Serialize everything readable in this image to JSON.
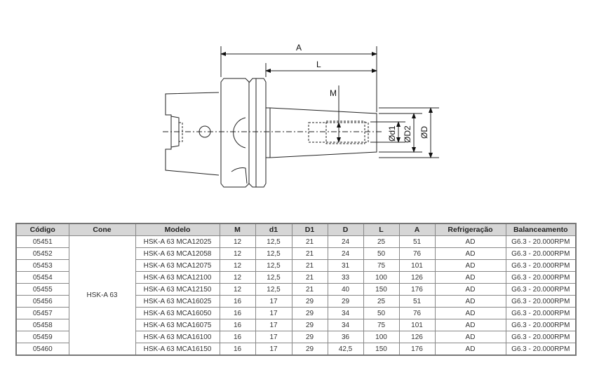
{
  "drawing": {
    "labels": {
      "A": "A",
      "L": "L",
      "M": "M",
      "d1": "Ød1",
      "D2": "ØD2",
      "D": "ØD"
    }
  },
  "table": {
    "headers": [
      "Código",
      "Cone",
      "Modelo",
      "M",
      "d1",
      "D1",
      "D",
      "L",
      "A",
      "Refrigeração",
      "Balanceamento"
    ],
    "cone": "HSK-A 63",
    "rows": [
      {
        "codigo": "05451",
        "modelo": "HSK-A 63 MCA12025",
        "M": "12",
        "d1": "12,5",
        "D1": "21",
        "D": "24",
        "L": "25",
        "A": "51",
        "ref": "AD",
        "bal": "G6.3 - 20.000RPM"
      },
      {
        "codigo": "05452",
        "modelo": "HSK-A 63 MCA12058",
        "M": "12",
        "d1": "12,5",
        "D1": "21",
        "D": "24",
        "L": "50",
        "A": "76",
        "ref": "AD",
        "bal": "G6.3 - 20.000RPM"
      },
      {
        "codigo": "05453",
        "modelo": "HSK-A 63 MCA12075",
        "M": "12",
        "d1": "12,5",
        "D1": "21",
        "D": "31",
        "L": "75",
        "A": "101",
        "ref": "AD",
        "bal": "G6.3 - 20.000RPM"
      },
      {
        "codigo": "05454",
        "modelo": "HSK-A 63 MCA12100",
        "M": "12",
        "d1": "12,5",
        "D1": "21",
        "D": "33",
        "L": "100",
        "A": "126",
        "ref": "AD",
        "bal": "G6.3 - 20.000RPM"
      },
      {
        "codigo": "05455",
        "modelo": "HSK-A 63 MCA12150",
        "M": "12",
        "d1": "12,5",
        "D1": "21",
        "D": "40",
        "L": "150",
        "A": "176",
        "ref": "AD",
        "bal": "G6.3 - 20.000RPM"
      },
      {
        "codigo": "05456",
        "modelo": "HSK-A 63 MCA16025",
        "M": "16",
        "d1": "17",
        "D1": "29",
        "D": "29",
        "L": "25",
        "A": "51",
        "ref": "AD",
        "bal": "G6.3 - 20.000RPM"
      },
      {
        "codigo": "05457",
        "modelo": "HSK-A 63 MCA16050",
        "M": "16",
        "d1": "17",
        "D1": "29",
        "D": "34",
        "L": "50",
        "A": "76",
        "ref": "AD",
        "bal": "G6.3 - 20.000RPM"
      },
      {
        "codigo": "05458",
        "modelo": "HSK-A 63 MCA16075",
        "M": "16",
        "d1": "17",
        "D1": "29",
        "D": "34",
        "L": "75",
        "A": "101",
        "ref": "AD",
        "bal": "G6.3 - 20.000RPM"
      },
      {
        "codigo": "05459",
        "modelo": "HSK-A 63 MCA16100",
        "M": "16",
        "d1": "17",
        "D1": "29",
        "D": "36",
        "L": "100",
        "A": "126",
        "ref": "AD",
        "bal": "G6.3 - 20.000RPM"
      },
      {
        "codigo": "05460",
        "modelo": "HSK-A 63 MCA16150",
        "M": "16",
        "d1": "17",
        "D1": "29",
        "D": "42,5",
        "L": "150",
        "A": "176",
        "ref": "AD",
        "bal": "G6.3 - 20.000RPM"
      }
    ]
  }
}
